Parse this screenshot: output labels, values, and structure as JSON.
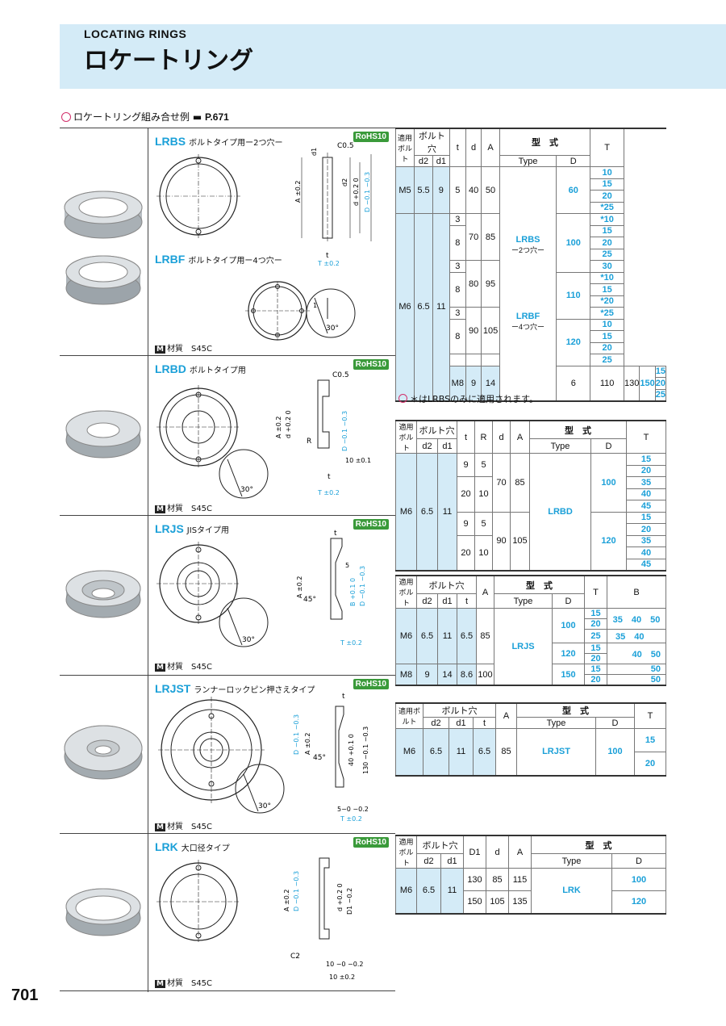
{
  "header": {
    "en_title": "LOCATING RINGS",
    "jp_title": "ロケートリング"
  },
  "note": {
    "text": "ロケートリング組み合せ例",
    "ref": "P.671"
  },
  "page_number": "701",
  "rohs": "RoHS10",
  "material": "材質　S45C",
  "material_mark": "M",
  "products": [
    {
      "code": "LRBS",
      "desc": "ボルトタイプ用ー2つ穴ー"
    },
    {
      "code": "LRBF",
      "desc": "ボルトタイプ用ー4つ穴ー"
    },
    {
      "code": "LRBD",
      "desc": "ボルトタイプ用"
    },
    {
      "code": "LRJS",
      "desc": "JISタイプ用"
    },
    {
      "code": "LRJST",
      "desc": "ランナーロックピン押さえタイプ"
    },
    {
      "code": "LRK",
      "desc": "大口径タイプ"
    }
  ],
  "dims": {
    "c05": "C0.5",
    "t": "t",
    "d1": "d1",
    "d2": "d2",
    "a02": "A ±0.2",
    "d": "d +0.2 0",
    "D": "D −0.1 −0.3",
    "T02": "T ±0.2",
    "thirty": "30°",
    "one": "1",
    "R": "R",
    "ten01": "10 ±0.1",
    "five": "5",
    "fortyfive": "45°",
    "B": "B +0.1 0",
    "c2": "C2",
    "ten02": "10 −0 −0.2",
    "ten02b": "10 ±0.2",
    "five02": "5−0 −0.2",
    "forty": "40 +0.1 0",
    "onethirty": "130 −0.1 −0.3",
    "d1k": "D1 −0.2"
  },
  "footnote": "＊はLRBSのみに適用されます。",
  "table1": {
    "h": {
      "bolt": "適用ボルト",
      "hole": "ボルト穴",
      "d2": "d2",
      "d1": "d1",
      "t": "t",
      "d": "d",
      "A": "A",
      "type_hdr": "型　式",
      "type": "Type",
      "D": "D",
      "T": "T"
    },
    "r": {
      "m5": "M5",
      "m6": "M6",
      "m8": "M8",
      "v55": "5.5",
      "v65": "6.5",
      "v9": "9",
      "v11": "11",
      "v14": "14",
      "v5": "5",
      "v40": "40",
      "v50": "50",
      "v3": "3",
      "v8": "8",
      "v70": "70",
      "v85": "85",
      "v80": "80",
      "v95": "95",
      "v90": "90",
      "v105": "105",
      "v6": "6",
      "v110": "110",
      "v130": "130",
      "lrbs": "LRBS",
      "lrbs_sub": "ー2つ穴ー",
      "lrbf": "LRBF",
      "lrbf_sub": "ー4つ穴ー",
      "D60": "60",
      "D100": "100",
      "D110": "110",
      "D120": "120",
      "D150": "150",
      "T10": "10",
      "T15": "15",
      "T20": "20",
      "T25s": "*25",
      "T10s": "*10",
      "T25": "25",
      "T30": "30",
      "T20s": "*20"
    }
  },
  "table2": {
    "h": {
      "R": "R"
    },
    "r": {
      "v20": "20",
      "v10": "10",
      "lrbd": "LRBD",
      "T35": "35",
      "T40": "40",
      "T45": "45"
    }
  },
  "table3": {
    "h": {
      "B": "B"
    },
    "r": {
      "lrjs": "LRJS",
      "v86": "8.6",
      "v100": "100",
      "B1": "35　40　50",
      "B2": "35　40",
      "B3": "40　50",
      "B4": "50",
      "B5": "50"
    }
  },
  "table4": {
    "r": {
      "lrjst": "LRJST"
    }
  },
  "table5": {
    "h": {
      "D1": "D1"
    },
    "r": {
      "lrk": "LRK",
      "v115": "115",
      "v135": "135"
    }
  }
}
